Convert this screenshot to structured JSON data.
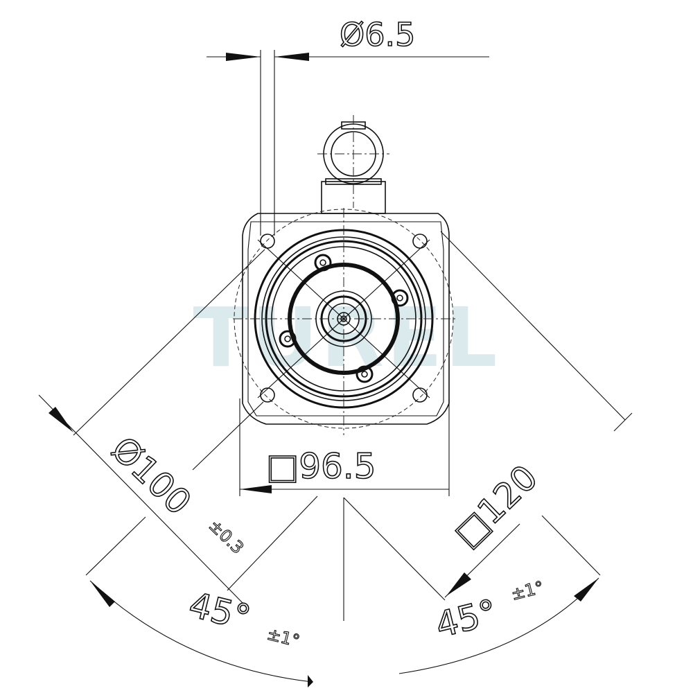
{
  "watermark": "TUREL",
  "dimensions": {
    "hole_diameter": "Ø6.5",
    "flange_square": "□96.5",
    "pilot_diameter": "Ø100",
    "pilot_tolerance": "±0.3",
    "outer_square": "□120",
    "angle_left": "45°",
    "angle_left_tolerance": "±1°",
    "angle_right": "45°",
    "angle_right_tolerance": "±1°"
  }
}
